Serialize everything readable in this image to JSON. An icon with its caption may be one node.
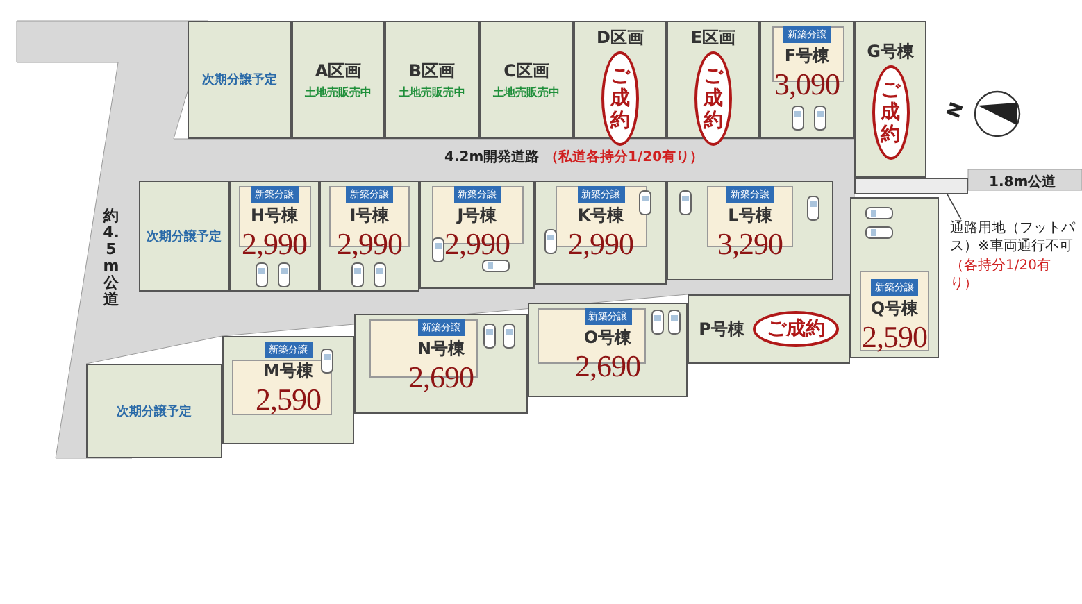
{
  "diagram": {
    "nodes": [
      {
        "text": [
          "次期分譲予定"
        ]
      },
      {
        "text": [
          "A区画",
          "土地売販売中"
        ]
      },
      {
        "text": [
          "B区画",
          "土地売販売中"
        ]
      },
      {
        "text": [
          "C区画",
          "土地売販売中"
        ]
      },
      {
        "text": [
          "D区画",
          "ご成約"
        ]
      },
      {
        "text": [
          "E区画",
          "ご成約"
        ]
      },
      {
        "text": [
          "新築分譲",
          "F号棟",
          "3,090"
        ]
      },
      {
        "text": [
          "G号棟",
          "ご成約"
        ]
      },
      {
        "text": [],
        "shape": "box"
      },
      {
        "text": [
          "次期分譲予定"
        ]
      },
      {
        "text": [
          "新築分譲",
          "H号棟",
          "2,990"
        ]
      },
      {
        "text": [
          "新築分譲",
          "I号棟",
          "2,990"
        ]
      },
      {
        "text": [
          "新築分譲",
          "J号棟",
          "2,990"
        ]
      },
      {
        "text": [
          "新築分譲",
          "K号棟",
          "2,990"
        ]
      },
      {
        "text": [
          "新築分譲",
          "L号棟",
          "3,290"
        ]
      },
      {
        "text": [
          "新築分譲",
          "Q号棟",
          "2,590"
        ]
      },
      {
        "text": [
          "次期分譲予定"
        ]
      },
      {
        "text": [
          "新築分譲",
          "M号棟",
          "2,590"
        ]
      },
      {
        "text": [
          "新築分譲",
          "N号棟",
          "2,690"
        ]
      },
      {
        "text": [
          "新築分譲",
          "O号棟",
          "2,690"
        ]
      },
      {
        "text": [
          "P号棟",
          "ご成約"
        ]
      },
      {
        "text": [
          "通路用地（フットパス）※車両通行不可",
          "（各持分1/20有り）"
        ]
      }
    ],
    "edges": [
      {
        "from": 21,
        "to": 8,
        "arrow": "none"
      }
    ],
    "labels": [
      "4.2m開発道路",
      "（私道各持分1/20有り）",
      "1.8m公道",
      "約4.5m公道",
      "N"
    ]
  }
}
